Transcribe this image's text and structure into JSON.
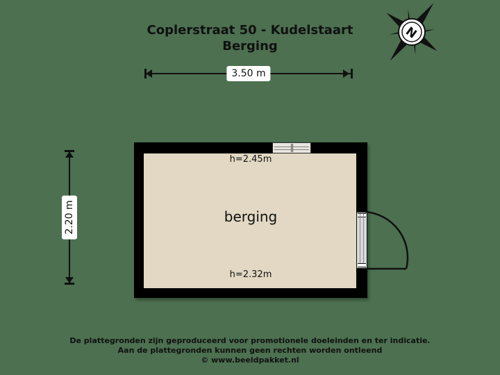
{
  "page": {
    "background_color": "#4c7050",
    "floor_color": "#e2d8c3",
    "wall_color": "#000000",
    "text_color": "#111111"
  },
  "title": {
    "line1": "Coplerstraat 50 - Kudelstaart",
    "line2": "Berging"
  },
  "compass": {
    "icon": "compass-rose-icon",
    "north_label": "N"
  },
  "dimensions": {
    "horizontal": {
      "label": "3.50 m",
      "value": 3.5,
      "unit": "m",
      "orientation": "horizontal"
    },
    "vertical": {
      "label": "2.20 m",
      "value": 2.2,
      "unit": "m",
      "orientation": "vertical"
    }
  },
  "plan": {
    "room_name": "berging",
    "height_top_label": "h=2.45m",
    "height_bottom_label": "h=2.32m",
    "features": {
      "window": "window-icon",
      "door": "door-icon",
      "door_swing": "door-swing-arc"
    }
  },
  "footer": {
    "line1": "De plattegronden zijn geproduceerd voor promotionele doeleinden en ter indicatie.",
    "line2": "Aan de plattegronden kunnen geen rechten worden ontleend",
    "line3": "© www.beeldpakket.nl"
  }
}
